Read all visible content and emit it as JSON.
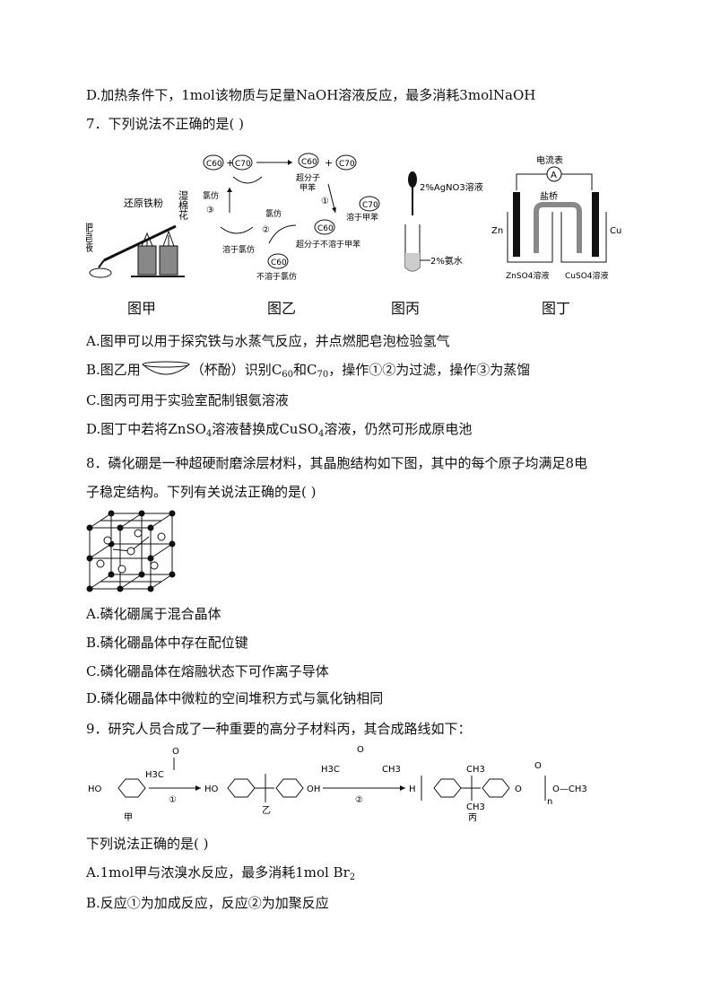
{
  "q6": {
    "optD": "D.加热条件下，1mol该物质与足量NaOH溶液反应，最多消耗3molNaOH"
  },
  "q7": {
    "stem": "7．下列说法不正确的是(    )",
    "fig_jia": {
      "label1": "还原铁粉",
      "label2": "湿棉花",
      "label3": "肥皂液",
      "caption": "图甲"
    },
    "fig_yi": {
      "c60": "C60",
      "c70": "C70",
      "sup": "超分子",
      "toluene": "甲苯",
      "chloroform": "氯仿",
      "step1": "①",
      "step2": "②",
      "step3": "③",
      "s_toluene": "溶于甲苯",
      "s_chloro": "溶于氯仿",
      "not_chloro": "不溶于氯仿",
      "sup_not_toluene": "超分子不溶于甲苯",
      "caption": "图乙"
    },
    "fig_bing": {
      "agno3": "2%AgNO3溶液",
      "nh3": "2%氨水",
      "caption": "图丙"
    },
    "fig_ding": {
      "meter": "电流表",
      "A": "A",
      "bridge": "盐桥",
      "zn": "Zn",
      "cu": "Cu",
      "znso4": "ZnSO4溶液",
      "cuso4": "CuSO4溶液",
      "caption": "图丁"
    },
    "optA": "A.图甲可以用于探究铁与水蒸气反应，并点燃肥皂泡检验氢气",
    "optB_pre": "B.图乙用",
    "optB_mid": "（杯酚）识别",
    "optB_c60": "C",
    "optB_c60sub": "60",
    "optB_and": "和",
    "optB_c70": "C",
    "optB_c70sub": "70",
    "optB_post": "，操作①②为过滤，操作③为蒸馏",
    "optC": "C.图丙可用于实验室配制银氨溶液",
    "optD_pre": "D.图丁中若将",
    "optD_zn": "ZnSO",
    "optD_sub4": "4",
    "optD_mid": "溶液替换成",
    "optD_cu": "CuSO",
    "optD_post": "溶液，仍然可形成原电池"
  },
  "q8": {
    "stem1": "8．磷化硼是一种超硬耐磨涂层材料，其晶胞结构如下图，其中的每个原子均满足8电",
    "stem2": "子稳定结构。下列有关说法正确的是(    )",
    "optA": "A.磷化硼属于混合晶体",
    "optB": "B.磷化硼晶体中存在配位键",
    "optC": "C.磷化硼晶体在熔融状态下可作离子导体",
    "optD": "D.磷化硼晶体中微粒的空间堆积方式与氯化钠相同"
  },
  "q9": {
    "stem": "9．研究人员合成了一种重要的高分子材料丙，其合成路线如下：",
    "scheme": {
      "ho": "HO",
      "h3c": "H3C",
      "o": "O",
      "step1": "①",
      "step2": "②",
      "ch3": "CH3",
      "oh": "OH",
      "h": "H",
      "n": "n",
      "och3": "O—CH3",
      "jia": "甲",
      "yi": "乙",
      "bing": "丙"
    },
    "prompt": "下列说法正确的是(    )",
    "optA_pre": "A.1mol甲与浓溴水反应，最多消耗1mol Br",
    "optA_sub": "2",
    "optB": "B.反应①为加成反应，反应②为加聚反应"
  }
}
